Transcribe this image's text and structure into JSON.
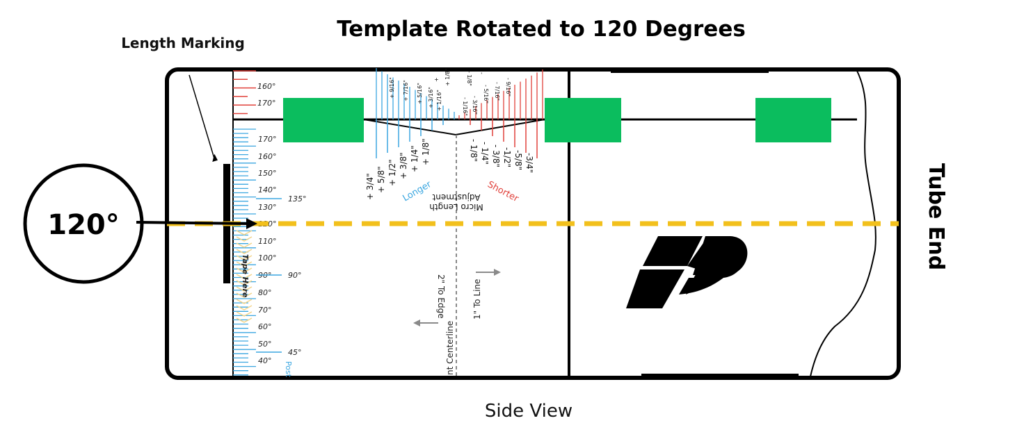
{
  "title": "Template Rotated to 120 Degrees",
  "callout_length_marking": "Length Marking",
  "angle_badge": "120°",
  "side_label": "Tube End",
  "caption": "Side View",
  "colors": {
    "blue": "#3aa6e0",
    "red": "#e0403a",
    "green": "#0bbd5e",
    "yellow": "#f2c01c",
    "tape": "#f2d48a",
    "gray": "#8a8a8a"
  },
  "angle_scale": {
    "top_labels": [
      "160°",
      "170°"
    ],
    "labels": [
      "170°",
      "160°",
      "150°",
      "140°",
      "130°",
      "120°",
      "110°",
      "100°",
      "90°",
      "80°",
      "70°",
      "60°",
      "50°",
      "40°"
    ],
    "major_labels": [
      "135°",
      "90°",
      "45°"
    ],
    "tape_here": "Tape Here",
    "post_text": "Post"
  },
  "micro": {
    "longer_lower": [
      "+ 3/4\"",
      "+ 5/8\"",
      "+ 1/2\"",
      "+ 3/8\"",
      "+ 1/4\"",
      "+ 1/8\""
    ],
    "shorter_lower": [
      "- 1/8\"",
      "- 1/4\"",
      "- 3/8\"",
      "-1/2\"",
      "-5/8\"",
      "-3/4\""
    ],
    "longer_upper": [
      "+ 9/16\"",
      "+ 7/16\"",
      "+ 5/16\"",
      "+ 3/16\"",
      "+ 1/16\"",
      "+ 1/8\"",
      "+"
    ],
    "shorter_upper": [
      "- 1/16\"",
      "- 3/16\"",
      "- 1/8\"",
      "- 5/16\"",
      "- 7/16\"",
      "- 9/16\"",
      "-"
    ],
    "longer": "Longer",
    "shorter": "Shorter",
    "adjust_line1": "Micro Length",
    "adjust_line2": "Adjustment"
  },
  "edge_text": "2\" To Edge",
  "line_text": "1\" To Line",
  "centerline_text": "nt Centerline"
}
